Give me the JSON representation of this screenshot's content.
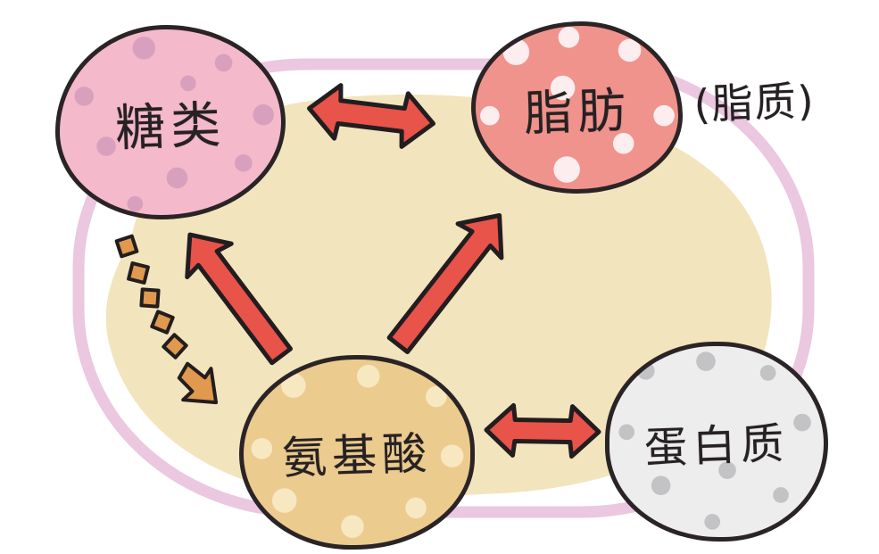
{
  "diagram": {
    "description": "Hand-drawn nutrient metabolism diagram showing interconversion of nutrients",
    "nodes": [
      {
        "id": "sugars",
        "label": "糖类",
        "fill": "#f5b9cc",
        "spot_color": "#d9a0bd",
        "position": "top-left"
      },
      {
        "id": "fat",
        "label": "脂肪",
        "fill": "#f0938c",
        "spot_color": "#fcedef",
        "position": "top-right",
        "note": "(脂质)"
      },
      {
        "id": "amino-acids",
        "label": "氨基酸",
        "fill": "#eccb8e",
        "spot_color": "#f7e8c2",
        "position": "bottom-center"
      },
      {
        "id": "protein",
        "label": "蛋白质",
        "fill": "#ededed",
        "spot_color": "#c3c3c5",
        "position": "bottom-right"
      }
    ],
    "fat_alias_note": "(脂质)",
    "edges": [
      {
        "from": "糖类",
        "to": "脂肪",
        "style": "double-headed solid arrow",
        "color": "#e8534a"
      },
      {
        "from": "氨基酸",
        "to": "糖类",
        "style": "single solid arrow up-left",
        "color": "#e8534a"
      },
      {
        "from": "氨基酸",
        "to": "脂肪",
        "style": "single solid arrow up-right",
        "color": "#e8534a"
      },
      {
        "from": "氨基酸",
        "to": "蛋白质",
        "style": "double-headed solid arrow",
        "color": "#e8534a"
      },
      {
        "from": "糖类",
        "to": "氨基酸",
        "style": "dashed curved arrow down",
        "color": "#e0994e"
      }
    ],
    "colors": {
      "background": "#ffffff",
      "center_pool_fill": "#f2e4bd",
      "outer_ring_stroke": "#ebc7e0",
      "arrow_red": "#e8534a",
      "arrow_orange": "#e0994e",
      "outline_black": "#2a2426",
      "text": "#262123"
    }
  }
}
